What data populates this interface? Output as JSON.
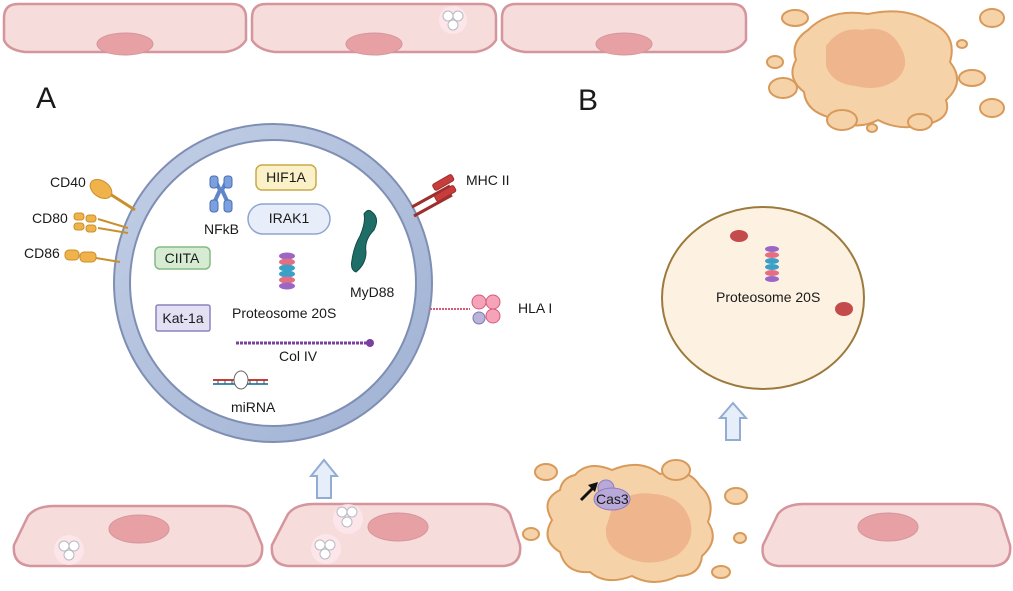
{
  "panels": {
    "a": "A",
    "b": "B"
  },
  "panel_a": {
    "surface_markers": {
      "cd40": "CD40",
      "cd80": "CD80",
      "cd86": "CD86",
      "mhc2": "MHC II",
      "hla1": "HLA I"
    },
    "cargo": {
      "hif1a": "HIF1A",
      "irak1": "IRAK1",
      "nfkb": "NFkB",
      "ciita": "CIITA",
      "myd88": "MyD88",
      "proteosome": "Proteosome 20S",
      "kat1a": "Kat-1a",
      "col4": "Col IV",
      "mirna": "miRNA"
    }
  },
  "panel_b": {
    "proteosome": "Proteosome 20S",
    "cas3": "Cas3"
  },
  "colors": {
    "cell_fill": "#f7dcdc",
    "cell_stroke": "#d4969c",
    "nucleus": "#e7a1a4",
    "vesicle_membrane": "#a9b9d8",
    "apoptotic_body": "#f6d2a8",
    "apoptotic_stroke": "#d89a5b",
    "arrow_fill": "#e6eef9",
    "arrow_stroke": "#92acd4",
    "yellow_marker": "#f0b24a",
    "red_marker": "#c83c3c"
  }
}
